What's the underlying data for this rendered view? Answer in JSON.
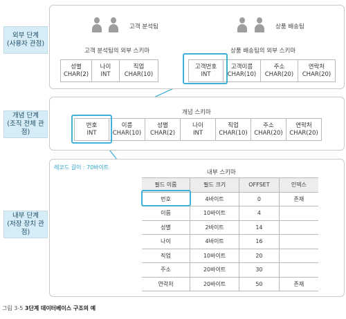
{
  "levels": {
    "external": {
      "title": "외부 단계",
      "subtitle": "(사용자 관점)"
    },
    "conceptual": {
      "title": "개념 단계",
      "subtitle": "(조직 전체 관점)"
    },
    "internal": {
      "title": "내부 단계",
      "subtitle": "(저장 장치 관점)"
    }
  },
  "teams": {
    "analysis": "고객 분석팀",
    "delivery": "상품 배송팀"
  },
  "external_schemas": {
    "analysis": {
      "title": "고객 분석팀의 외부 스키마",
      "fields": [
        {
          "name": "성별",
          "type": "CHAR(2)"
        },
        {
          "name": "나이",
          "type": "INT"
        },
        {
          "name": "직업",
          "type": "CHAR(10)"
        }
      ]
    },
    "delivery": {
      "title": "상품 배송팀의 외부 스키마",
      "fields": [
        {
          "name": "고객번호",
          "type": "INT"
        },
        {
          "name": "고객이름",
          "type": "CHAR(10)"
        },
        {
          "name": "주소",
          "type": "CHAR(20)"
        },
        {
          "name": "연락처",
          "type": "CHAR(20)"
        }
      ]
    }
  },
  "conceptual_schema": {
    "title": "개념 스키마",
    "fields": [
      {
        "name": "번호",
        "type": "INT"
      },
      {
        "name": "이름",
        "type": "CHAR(10)"
      },
      {
        "name": "성별",
        "type": "CHAR(2)"
      },
      {
        "name": "나이",
        "type": "INT"
      },
      {
        "name": "직업",
        "type": "CHAR(10)"
      },
      {
        "name": "주소",
        "type": "CHAR(20)"
      },
      {
        "name": "연락처",
        "type": "CHAR(20)"
      }
    ]
  },
  "internal_schema": {
    "title": "내부 스키마",
    "record_length": "레코드 길이 : 70바이트",
    "headers": [
      "필드 이름",
      "필드 크기",
      "OFFSET",
      "인덱스"
    ],
    "rows": [
      [
        "번호",
        "4바이트",
        "0",
        "존재"
      ],
      [
        "이름",
        "10바이트",
        "4",
        ""
      ],
      [
        "성별",
        "2바이트",
        "14",
        ""
      ],
      [
        "나이",
        "4바이트",
        "16",
        ""
      ],
      [
        "직업",
        "10바이트",
        "20",
        ""
      ],
      [
        "주소",
        "20바이트",
        "30",
        ""
      ],
      [
        "연락처",
        "20바이트",
        "50",
        "존재"
      ]
    ]
  },
  "caption": {
    "label": "그림 3-5",
    "text": "3단계 데이터베이스 구조의 예"
  },
  "colors": {
    "level_bg": "#d6ecf6",
    "highlight": "#3fb0d8",
    "header_bg": "#ededed"
  }
}
